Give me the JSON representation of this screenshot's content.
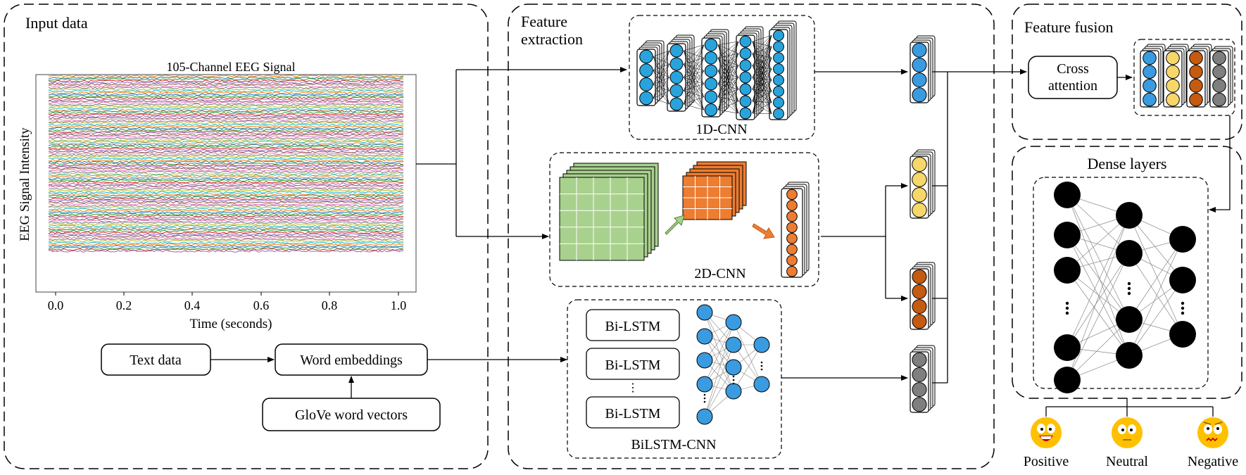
{
  "sections": {
    "input": {
      "title": "Input data"
    },
    "feature_extraction": {
      "title_line1": "Feature",
      "title_line2": "extraction"
    },
    "feature_fusion": {
      "title": "Feature fusion"
    },
    "dense": {
      "title": "Dense layers"
    }
  },
  "eeg_plot": {
    "title": "105-Channel EEG Signal",
    "ylabel": "EEG Signal Intensity",
    "xlabel": "Time (seconds)",
    "xticks": [
      "0.0",
      "0.2",
      "0.4",
      "0.6",
      "0.8",
      "1.0"
    ],
    "channel_count": 105,
    "colors": [
      "#ff7f0e",
      "#1f77b4",
      "#2ca02c",
      "#d62728",
      "#9467bd",
      "#8c564b",
      "#e377c2",
      "#7f7f7f",
      "#bcbd22",
      "#17becf"
    ]
  },
  "text_pipeline": {
    "text_data": "Text data",
    "word_embeddings": "Word embeddings",
    "glove": "GloVe word vectors"
  },
  "models": {
    "cnn1d": "1D-CNN",
    "cnn2d": "2D-CNN",
    "bilstm_cnn": "BiLSTM-CNN",
    "bilstm_cell": "Bi-LSTM",
    "bilstm_ellipsis": "⋮"
  },
  "fusion": {
    "cross_attention_line1": "Cross",
    "cross_attention_line2": "attention"
  },
  "outputs": [
    {
      "label": "Positive",
      "icon": "laughing-face-icon"
    },
    {
      "label": "Neutral",
      "icon": "neutral-face-icon"
    },
    {
      "label": "Negative",
      "icon": "worried-face-icon"
    }
  ],
  "colors": {
    "blue": "#3a9be0",
    "cyan": "#29a3dc",
    "yellow": "#f8d76a",
    "orange_feat": "#c55a11",
    "gray": "#7f7f7f",
    "green_map": "#a9d18e",
    "orange_map": "#ed7d31",
    "emoji": "#ffc000"
  }
}
